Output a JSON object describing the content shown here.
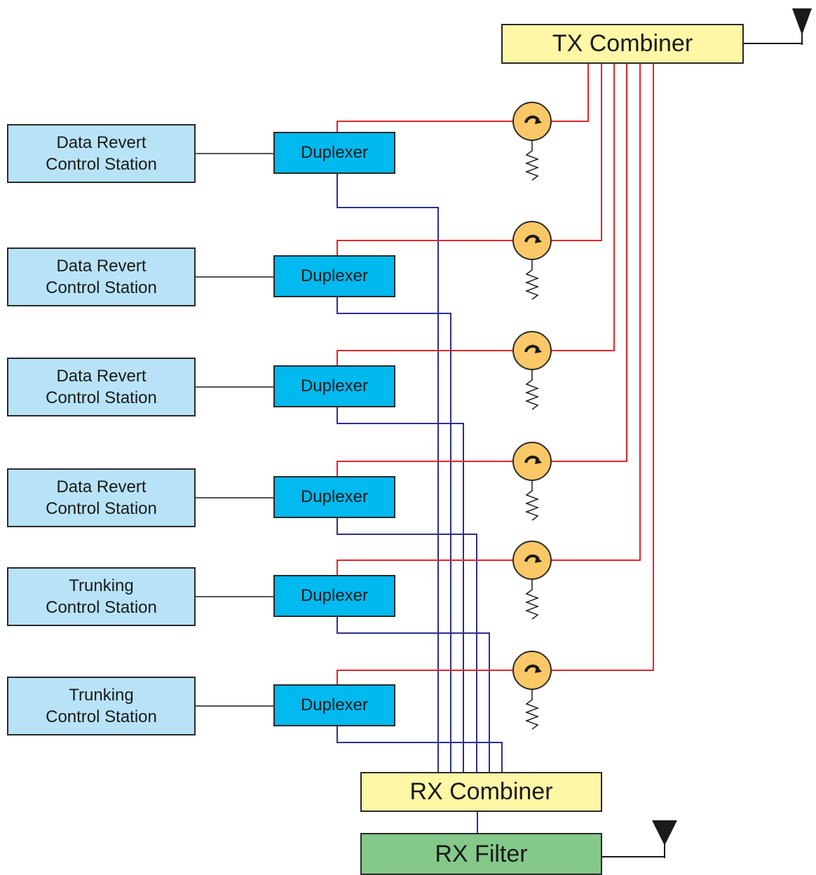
{
  "tx_combiner": {
    "label": "TX Combiner"
  },
  "rx_combiner": {
    "label": "RX Combiner"
  },
  "rx_filter": {
    "label": "RX Filter"
  },
  "stations": [
    {
      "line1": "Data Revert",
      "line2": "Control Station",
      "duplexer": "Duplexer"
    },
    {
      "line1": "Data Revert",
      "line2": "Control Station",
      "duplexer": "Duplexer"
    },
    {
      "line1": "Data Revert",
      "line2": "Control Station",
      "duplexer": "Duplexer"
    },
    {
      "line1": "Data Revert",
      "line2": "Control Station",
      "duplexer": "Duplexer"
    },
    {
      "line1": "Trunking",
      "line2": "Control Station",
      "duplexer": "Duplexer"
    },
    {
      "line1": "Trunking",
      "line2": "Control Station",
      "duplexer": "Duplexer"
    }
  ],
  "colors": {
    "tx_line": "#e8232a",
    "rx_line": "#2b2f8f",
    "station_fill": "#b8e3f7",
    "duplexer_fill": "#00b9ef",
    "combiner_fill": "#fdf7a6",
    "filter_fill": "#85c98a",
    "circulator_fill": "#fbc867"
  },
  "icons": [
    "circulator-icon",
    "load-resistor-icon",
    "antenna-icon"
  ]
}
